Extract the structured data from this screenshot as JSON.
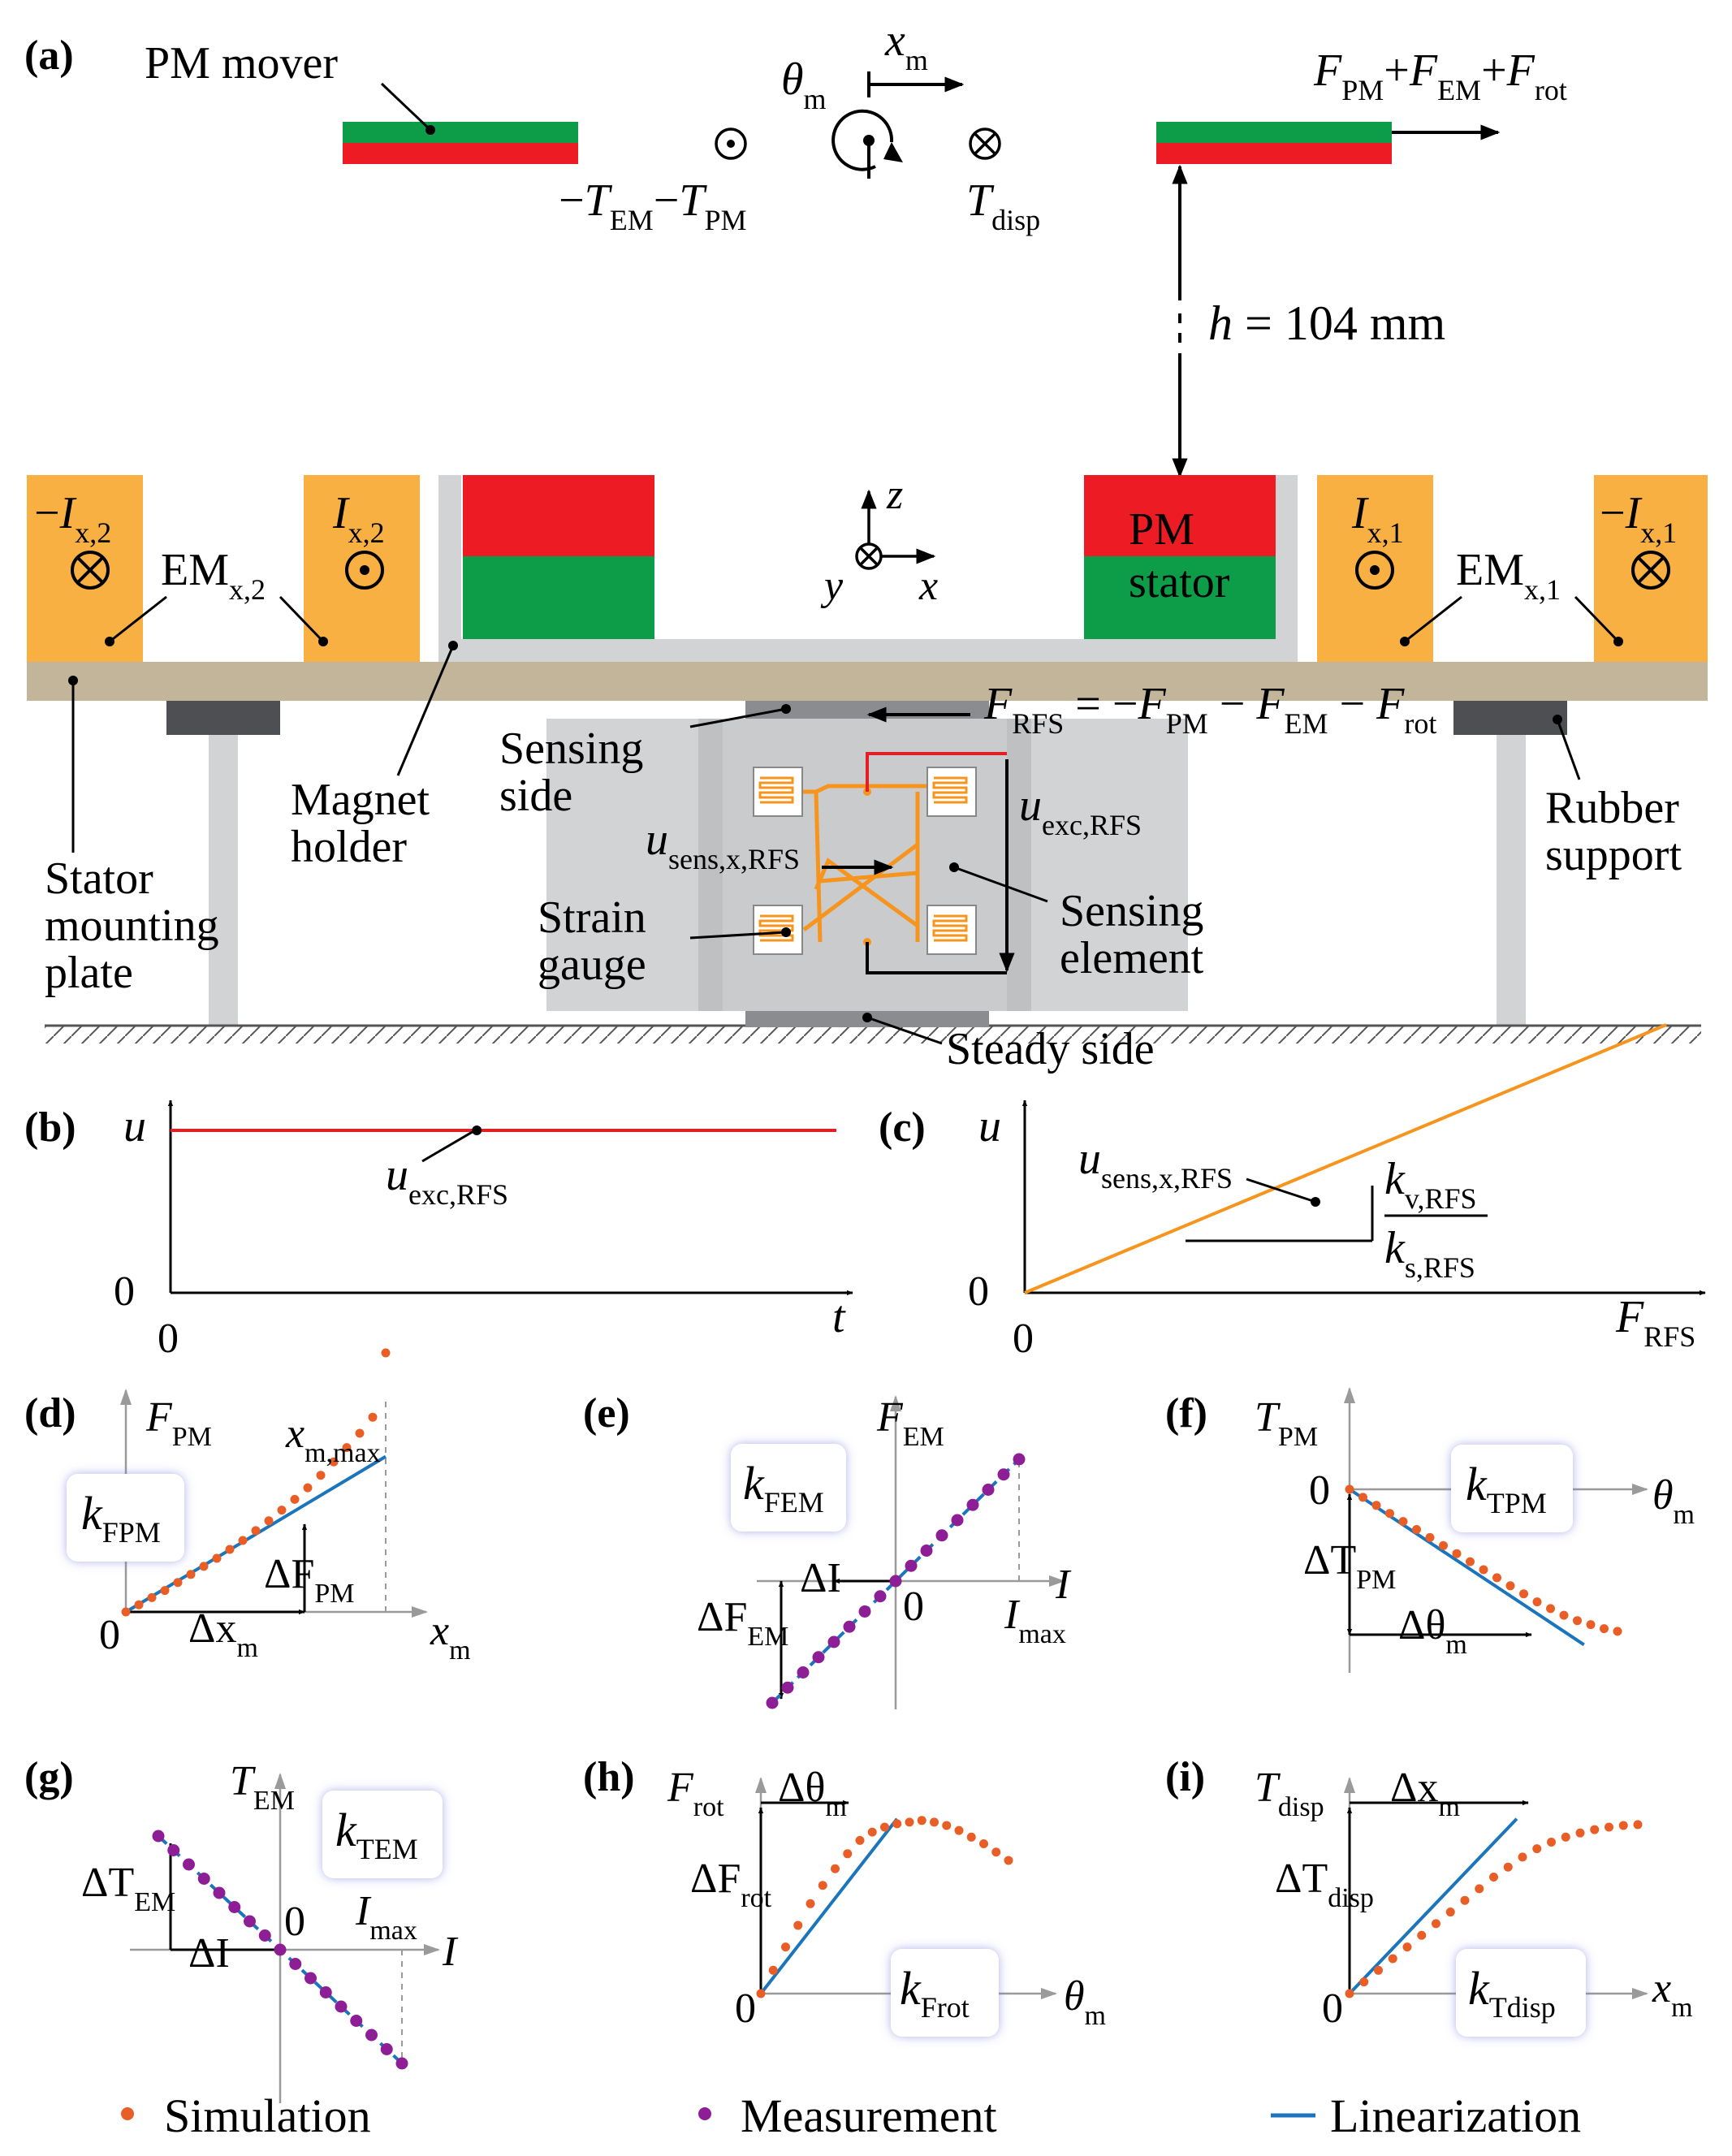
{
  "colors": {
    "pm_red": "#ED1C24",
    "pm_green": "#0D9D49",
    "em_orange": "#F9B042",
    "plate_tan": "#C2B59A",
    "gray_light": "#D1D3D4",
    "gray_dark": "#4D4F52",
    "strain_orange": "#F7941D",
    "exc_red": "#E31E24",
    "sim_orange": "#E85E26",
    "meas_purple": "#8E1E96",
    "lin_blue": "#1B75BC"
  },
  "panel_labels": {
    "a": "(a)",
    "b": "(b)",
    "c": "(c)",
    "d": "(d)",
    "e": "(e)",
    "f": "(f)",
    "g": "(g)",
    "h": "(h)",
    "i": "(i)"
  },
  "panel_a": {
    "pm_mover": "PM mover",
    "theta": "θ",
    "theta_sub": "m",
    "xm": "x",
    "xm_sub": "m",
    "force_top": {
      "F1": "F",
      "F1_sub": "PM",
      "plus1": "+",
      "F2": "F",
      "F2_sub": "EM",
      "plus2": "+",
      "F3": "F",
      "F3_sub": "rot"
    },
    "torque": {
      "m1": "−",
      "T1": "T",
      "T1_sub": "EM",
      "m2": "−",
      "T2": "T",
      "T2_sub": "PM"
    },
    "tdisp": "T",
    "tdisp_sub": "disp",
    "h_var": "h",
    "h_val": " = 104 mm",
    "currents": {
      "l1_sign": "−",
      "l1": "I",
      "l1_sub": "x,2",
      "l2": "I",
      "l2_sub": "x,2",
      "r1": "I",
      "r1_sub": "x,1",
      "r2_sign": "−",
      "r2": "I",
      "r2_sub": "x,1"
    },
    "em_left": "EM",
    "em_left_sub": "x,2",
    "em_right": "EM",
    "em_right_sub": "x,1",
    "pm_stator_1": "PM",
    "pm_stator_2": "stator",
    "axis_z": "z",
    "axis_y": "y",
    "axis_x": "x",
    "rfs_force": {
      "F": "F",
      "F_sub": "RFS",
      "eq": " = ",
      "m1": "−",
      "F1": "F",
      "F1_sub": "PM",
      "m2": " − ",
      "F2": "F",
      "F2_sub": "EM",
      "m3": " − ",
      "F3": "F",
      "F3_sub": "rot"
    },
    "stator_plate": [
      "Stator",
      "mounting",
      "plate"
    ],
    "magnet_holder": [
      "Magnet",
      "holder"
    ],
    "sensing_side": [
      "Sensing",
      "side"
    ],
    "rubber_support": [
      "Rubber",
      "support"
    ],
    "u_sens": "u",
    "u_sens_sub": "sens,x,RFS",
    "u_exc": "u",
    "u_exc_sub": "exc,RFS",
    "strain_gauge": [
      "Strain",
      "gauge"
    ],
    "sensing_element": [
      "Sensing",
      "element"
    ],
    "steady_side": "Steady side"
  },
  "panel_b": {
    "y": "u",
    "x": "t",
    "zero_y": "0",
    "zero_x": "0",
    "label": "u",
    "label_sub": "exc,RFS"
  },
  "panel_c": {
    "y": "u",
    "x": "F",
    "x_sub": "RFS",
    "zero_y": "0",
    "zero_x": "0",
    "label": "u",
    "label_sub": "sens,x,RFS",
    "kv": "k",
    "kv_sub": "v,RFS",
    "ks": "k",
    "ks_sub": "s,RFS"
  },
  "panel_d": {
    "y": "F",
    "y_sub": "PM",
    "x": "x",
    "x_sub": "m",
    "zero": "0",
    "box": "k",
    "box_sub": "FPM",
    "xmax": "x",
    "xmax_sub": "m,max",
    "dF": "ΔF",
    "dF_sub": "PM",
    "dx": "Δx",
    "dx_sub": "m"
  },
  "panel_e": {
    "y": "F",
    "y_sub": "EM",
    "x": "I",
    "zero": "0",
    "box": "k",
    "box_sub": "FEM",
    "imax": "I",
    "imax_sub": "max",
    "dF": "ΔF",
    "dF_sub": "EM",
    "dI": "ΔI"
  },
  "panel_f": {
    "y": "T",
    "y_sub": "PM",
    "x": "θ",
    "x_sub": "m",
    "zero": "0",
    "box": "k",
    "box_sub": "TPM",
    "dT": "ΔT",
    "dT_sub": "PM",
    "dth": "Δθ",
    "dth_sub": "m"
  },
  "panel_g": {
    "y": "T",
    "y_sub": "EM",
    "x": "I",
    "zero": "0",
    "box": "k",
    "box_sub": "TEM",
    "imax": "I",
    "imax_sub": "max",
    "dT": "ΔT",
    "dT_sub": "EM",
    "dI": "ΔI"
  },
  "panel_h": {
    "y": "F",
    "y_sub": "rot",
    "x": "θ",
    "x_sub": "m",
    "zero": "0",
    "box": "k",
    "box_sub": "Frot",
    "dF": "ΔF",
    "dF_sub": "rot",
    "dth": "Δθ",
    "dth_sub": "m"
  },
  "panel_i": {
    "y": "T",
    "y_sub": "disp",
    "x": "x",
    "x_sub": "m",
    "zero": "0",
    "box": "k",
    "box_sub": "Tdisp",
    "dT": "ΔT",
    "dT_sub": "disp",
    "dx": "Δx",
    "dx_sub": "m"
  },
  "legend": {
    "simulation": "Simulation",
    "measurement": "Measurement",
    "linearization": "Linearization"
  },
  "chart_data": [
    {
      "panel": "b",
      "type": "line",
      "ylabel": "u",
      "xlabel": "t",
      "series": [
        {
          "name": "u_exc,RFS",
          "x": [
            0,
            1
          ],
          "y": [
            1,
            1
          ]
        }
      ]
    },
    {
      "panel": "c",
      "type": "line",
      "ylabel": "u",
      "xlabel": "F_RFS",
      "series": [
        {
          "name": "u_sens,x,RFS",
          "x": [
            0,
            1
          ],
          "y": [
            0,
            1
          ]
        }
      ]
    },
    {
      "panel": "d",
      "type": "scatter",
      "ylabel": "F_PM",
      "xlabel": "x_m",
      "series": [
        {
          "name": "Simulation",
          "x": [
            0,
            0.05,
            0.1,
            0.15,
            0.2,
            0.25,
            0.3,
            0.35,
            0.4,
            0.45,
            0.5,
            0.55,
            0.6,
            0.65,
            0.7,
            0.75,
            0.8,
            0.85,
            0.9,
            0.95,
            1.0
          ],
          "y": [
            0,
            0.04,
            0.08,
            0.12,
            0.165,
            0.21,
            0.255,
            0.3,
            0.35,
            0.4,
            0.455,
            0.51,
            0.57,
            0.63,
            0.695,
            0.765,
            0.84,
            0.92,
            1.0,
            1.09,
            1.45
          ]
        },
        {
          "name": "Linearization",
          "x": [
            0,
            1
          ],
          "y": [
            0,
            0.87
          ]
        }
      ]
    },
    {
      "panel": "e",
      "type": "scatter",
      "ylabel": "F_EM",
      "xlabel": "I",
      "series": [
        {
          "name": "Measurement",
          "x": [
            -1,
            -0.875,
            -0.75,
            -0.625,
            -0.5,
            -0.375,
            -0.25,
            -0.125,
            0,
            0.125,
            0.25,
            0.375,
            0.5,
            0.625,
            0.75,
            0.875,
            1
          ],
          "y": [
            -1,
            -0.875,
            -0.75,
            -0.625,
            -0.5,
            -0.375,
            -0.25,
            -0.125,
            0,
            0.125,
            0.25,
            0.375,
            0.5,
            0.625,
            0.75,
            0.875,
            1
          ]
        },
        {
          "name": "Linearization",
          "x": [
            -1,
            1
          ],
          "y": [
            -1,
            1
          ]
        }
      ]
    },
    {
      "panel": "f",
      "type": "scatter",
      "ylabel": "T_PM",
      "xlabel": "θ_m",
      "series": [
        {
          "name": "Simulation",
          "x": [
            0,
            0.06,
            0.12,
            0.18,
            0.24,
            0.3,
            0.36,
            0.42,
            0.48,
            0.54,
            0.6,
            0.66,
            0.72,
            0.78,
            0.84,
            0.9,
            0.96,
            1.02,
            1.08,
            1.14,
            1.2
          ],
          "y": [
            0,
            -0.06,
            -0.12,
            -0.18,
            -0.24,
            -0.3,
            -0.36,
            -0.42,
            -0.48,
            -0.54,
            -0.6,
            -0.66,
            -0.72,
            -0.78,
            -0.84,
            -0.89,
            -0.94,
            -0.98,
            -1.01,
            -1.04,
            -1.06
          ]
        },
        {
          "name": "Linearization",
          "x": [
            0,
            1.05
          ],
          "y": [
            0,
            -1.16
          ]
        }
      ]
    },
    {
      "panel": "g",
      "type": "scatter",
      "ylabel": "T_EM",
      "xlabel": "I",
      "series": [
        {
          "name": "Measurement",
          "x": [
            -1,
            -0.875,
            -0.75,
            -0.625,
            -0.5,
            -0.375,
            -0.25,
            -0.125,
            0,
            0.125,
            0.25,
            0.375,
            0.5,
            0.625,
            0.75,
            0.875,
            1
          ],
          "y": [
            1,
            0.875,
            0.75,
            0.625,
            0.5,
            0.375,
            0.25,
            0.125,
            0,
            -0.125,
            -0.25,
            -0.375,
            -0.5,
            -0.625,
            -0.75,
            -0.875,
            -1
          ]
        },
        {
          "name": "Linearization",
          "x": [
            -1,
            1
          ],
          "y": [
            1,
            -1
          ]
        }
      ]
    },
    {
      "panel": "h",
      "type": "scatter",
      "ylabel": "F_rot",
      "xlabel": "θ_m",
      "series": [
        {
          "name": "Simulation",
          "x": [
            0,
            0.05,
            0.1,
            0.15,
            0.2,
            0.25,
            0.3,
            0.35,
            0.4,
            0.45,
            0.5,
            0.55,
            0.6,
            0.65,
            0.7,
            0.75,
            0.8,
            0.85,
            0.9,
            0.95,
            1.0
          ],
          "y": [
            0,
            0.14,
            0.28,
            0.41,
            0.54,
            0.65,
            0.75,
            0.84,
            0.92,
            0.97,
            1.0,
            1.02,
            1.03,
            1.04,
            1.03,
            1.01,
            0.98,
            0.94,
            0.9,
            0.85,
            0.8
          ]
        },
        {
          "name": "Linearization",
          "x": [
            0,
            0.55
          ],
          "y": [
            0,
            1.05
          ]
        }
      ]
    },
    {
      "panel": "i",
      "type": "scatter",
      "ylabel": "T_disp",
      "xlabel": "x_m",
      "series": [
        {
          "name": "Simulation",
          "x": [
            0,
            0.05,
            0.1,
            0.15,
            0.2,
            0.25,
            0.3,
            0.35,
            0.4,
            0.45,
            0.5,
            0.55,
            0.6,
            0.65,
            0.7,
            0.75,
            0.8,
            0.85,
            0.9,
            0.95,
            1.0
          ],
          "y": [
            0,
            0.07,
            0.14,
            0.21,
            0.28,
            0.35,
            0.42,
            0.49,
            0.56,
            0.63,
            0.7,
            0.76,
            0.82,
            0.87,
            0.91,
            0.94,
            0.965,
            0.985,
            1.0,
            1.01,
            1.015
          ]
        },
        {
          "name": "Linearization",
          "x": [
            0,
            0.58
          ],
          "y": [
            0,
            1.05
          ]
        }
      ]
    }
  ]
}
